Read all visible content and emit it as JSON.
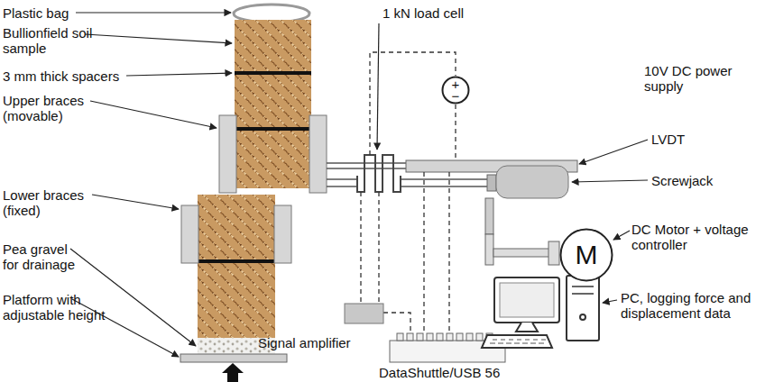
{
  "diagram": {
    "nodes": [
      {
        "text": [
          "+",
          "−"
        ]
      },
      {
        "text": [
          "M"
        ]
      }
    ],
    "labels": [
      "Plastic bag",
      "Bullionfield soil sample",
      "3 mm thick spacers",
      "Upper braces (movable)",
      "Lower braces (fixed)",
      "Pea gravel for drainage",
      "Platform with adjustable height",
      "1 kN load cell",
      "10V DC power supply",
      "LVDT",
      "Screwjack",
      "DC Motor + voltage controller",
      "PC, logging force and displacement data",
      "Signal amplifier",
      "DataShuttle/USB 56"
    ]
  }
}
